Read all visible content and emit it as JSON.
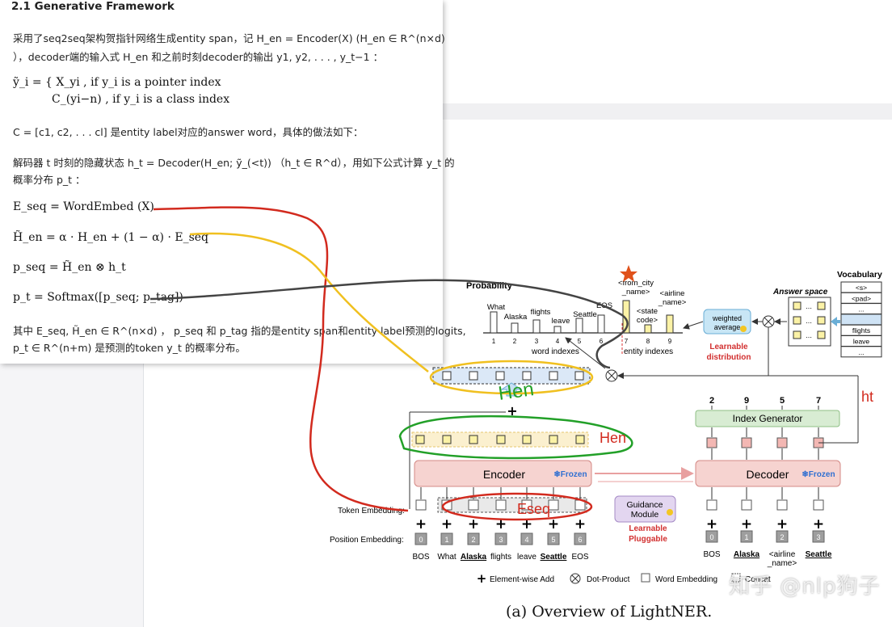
{
  "overlay": {
    "heading": "2.1 Generative Framework",
    "para1_line1": "采用了seq2seq架构贺指针网络生成entity span，记 H_en = Encoder(X)  (H_en ∈ R^(n×d)",
    "para1_line2": "），decoder端的输入式 H_en 和之前时刻decoder的输出 y1, y2, . . . , y_t−1 ：",
    "case1": "ỹ_i = { X_yi ,        if y_i is a pointer index",
    "case2": "C_(yi−n) ,      if y_i is a class index",
    "c_def": "C = [c1, c2, . . . cl] 是entity label对应的answer word，具体的做法如下：",
    "decoder_line1": "解码器 t 时刻的隐藏状态 h_t = Decoder(H_en; ỹ_(<t)) （h_t ∈ R^d），用如下公式计算 y_t 的",
    "decoder_line2": "概率分布 p_t ：",
    "eq1": "E_seq  =  WordEmbed (X)",
    "eq2": "H̃_en = α · H_en + (1 − α) · E_seq",
    "eq3": "p_seq = H̃_en ⊗ h_t",
    "eq4": "p_t = Softmax([p_seq; p_tag])",
    "end_line1": "其中 E_seq, H̃_en ∈ R^(n×d) ， p_seq 和 p_tag 指的是entity span和entity label预测的logits,",
    "end_line2": "p_t ∈ R^(n+m) 是预测的token y_t 的概率分布。"
  },
  "diagram": {
    "probability_label": "Probability",
    "vocabulary_label": "Vocabulary",
    "answer_space_label": "Answer space",
    "vocab_items": [
      "<s>",
      "<pad>",
      "...",
      "",
      "flights",
      "leave",
      "..."
    ],
    "prob_words": [
      "What",
      "Alaska",
      "flights",
      "leave",
      "Seattle",
      "EOS"
    ],
    "prob_entity_labels": [
      "<from_city\n_name>",
      "<state\ncode>",
      "<airline\n_name>"
    ],
    "word_idx": [
      "1",
      "2",
      "3",
      "4",
      "5",
      "6"
    ],
    "entity_idx": [
      "7",
      "8",
      "9"
    ],
    "word_indexes_label": "word indexes",
    "entity_indexes_label": "entity indexes",
    "weighted_average": "weighted\naverage",
    "learnable_distribution": "Learnable\ndistribution",
    "index_generator": "Index Generator",
    "index_outputs": [
      "2",
      "9",
      "5",
      "7"
    ],
    "encoder": "Encoder",
    "decoder": "Decoder",
    "frozen": "❄Frozen",
    "guidance_module": "Guidance\nModule",
    "learnable_pluggable": "Learnable\nPluggable",
    "token_embedding": "Token Embedding:",
    "position_embedding": "Position Embedding:",
    "enc_positions": [
      "0",
      "1",
      "2",
      "3",
      "4",
      "5",
      "6"
    ],
    "enc_tokens": [
      "BOS",
      "What",
      "Alaska",
      "flights",
      "leave",
      "Seattle",
      "EOS"
    ],
    "dec_positions": [
      "0",
      "1",
      "2",
      "3"
    ],
    "dec_tokens": [
      "BOS",
      "Alaska",
      "<airline\n_name>",
      "Seattle"
    ],
    "legend_add": "Element-wise Add",
    "legend_dot": "Dot-Product",
    "legend_word": "Word Embedding",
    "legend_concat": "Concat",
    "caption": "(a)  Overview of LightNER.",
    "annot_hen1": "Hen",
    "annot_hen2": "Hen",
    "annot_eseq": "Eseq",
    "annot_ht": "ht",
    "watermark": "知乎 @nlp狗子"
  },
  "colors": {
    "red_annot": "#d22a1e",
    "yellow_annot": "#f0c020",
    "green_annot": "#22a028",
    "gray_annot": "#444444",
    "encoder_fill": "#f6d3d0",
    "decoder_fill": "#f6d3d0",
    "index_gen_fill": "#d8ecd3",
    "weighted_fill": "#c8e6f5",
    "guidance_fill": "#e3d6f0",
    "learnable_red": "#d23030"
  }
}
